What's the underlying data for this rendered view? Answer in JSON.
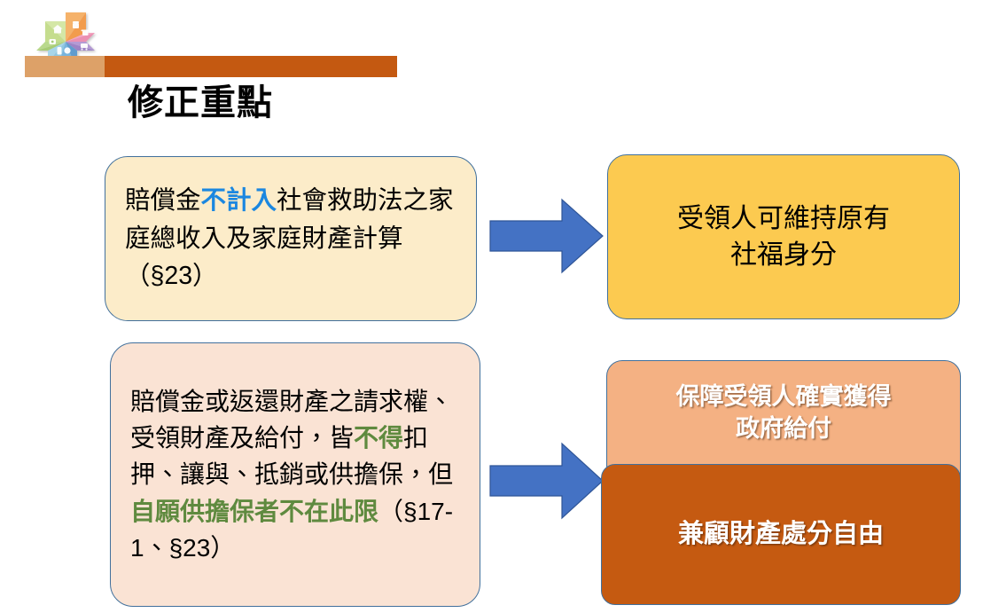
{
  "slide": {
    "title": "修正重點",
    "header": {
      "logo_name": "pinwheel-logo",
      "bar_light_color": "#dda168",
      "bar_dark_color": "#c45911"
    },
    "colors": {
      "highlight_blue": "#1b87e0",
      "highlight_green": "#5f8a3f",
      "box_cream": "#fcecc9",
      "box_peach": "#fae3d4",
      "box_yellow": "#fcca50",
      "box_salmon": "#f4b183",
      "box_orange": "#c55a11",
      "arrow_blue": "#4472c4",
      "border_blue": "#41709c"
    },
    "left_boxes": [
      {
        "id": "left-box-1",
        "segments": [
          {
            "text": "賠償金",
            "style": "plain"
          },
          {
            "text": "不計入",
            "style": "blue"
          },
          {
            "text": "社會救助法之家庭總收入及家庭財產計算（§23）",
            "style": "plain"
          }
        ],
        "plain_text": "賠償金不計入社會救助法之家庭總收入及家庭財產計算（§23）"
      },
      {
        "id": "left-box-2",
        "segments": [
          {
            "text": "賠償金或返還財產之請求權、受領財產及給付，皆",
            "style": "plain"
          },
          {
            "text": "不得",
            "style": "green"
          },
          {
            "text": "扣押、讓與、抵銷或供擔保，但",
            "style": "plain"
          },
          {
            "text": "自願供擔保者不在此限",
            "style": "green"
          },
          {
            "text": "（§17-1、§23）",
            "style": "plain"
          }
        ],
        "plain_text": "賠償金或返還財產之請求權、受領財產及給付，皆不得扣押、讓與、抵銷或供擔保，但自願供擔保者不在此限（§17-1、§23）"
      }
    ],
    "arrows": [
      {
        "id": "arrow-1",
        "direction": "right"
      },
      {
        "id": "arrow-2",
        "direction": "right"
      }
    ],
    "right_boxes": [
      {
        "id": "right-box-yellow",
        "lines": [
          "受領人可維持原有",
          "社福身分"
        ],
        "plain_text": "受領人可維持原有社福身分"
      },
      {
        "id": "right-box-salmon",
        "lines": [
          "保障受領人確實獲得",
          "政府給付"
        ],
        "plain_text": "保障受領人確實獲得政府給付"
      },
      {
        "id": "right-box-orange",
        "lines": [
          "兼顧財產處分自由"
        ],
        "plain_text": "兼顧財產處分自由"
      }
    ]
  }
}
